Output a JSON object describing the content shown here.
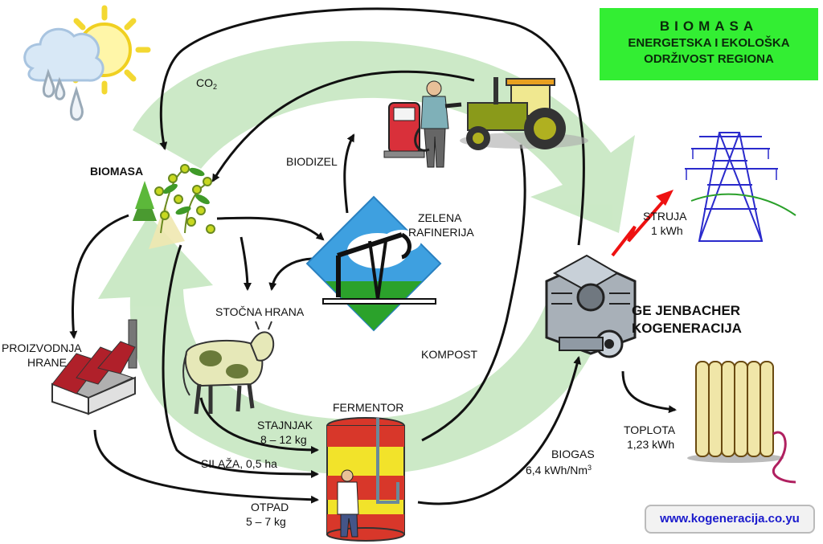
{
  "title": {
    "line1": "BIOMASA",
    "line2": "ENERGETSKA I EKOLOŠKA",
    "line3": "ODRŽIVOST REGIONA"
  },
  "labels": {
    "co2": "CO",
    "co2_sub": "2",
    "biomasa": "BIOMASA",
    "biodizel": "BIODIZEL",
    "zelena_rafinerija": [
      "ZELENA",
      "RAFINERIJA"
    ],
    "stocna_hrana": "STOČNA HRANA",
    "proizvodnja_hrane": [
      "PROIZVODNJA",
      "HRANE"
    ],
    "kompost": "KOMPOST",
    "fermentor": "FERMENTOR",
    "stajnjak": [
      "STAJNJAK",
      "8 – 12 kg"
    ],
    "silaza": "SILAŽA, 0,5 ha",
    "otpad": [
      "OTPAD",
      "5 – 7 kg"
    ],
    "biogas": [
      "BIOGAS",
      "6,4 kWh/Nm"
    ],
    "biogas_sup": "3",
    "struja": [
      "STRUJA",
      "1 kWh"
    ],
    "toplota": [
      "TOPLOTA",
      "1,23 kWh"
    ],
    "ge_jenbacher": [
      "GE JENBACHER",
      "KOGENERACIJA"
    ]
  },
  "url": "www.kogeneracija.co.yu",
  "colors": {
    "cycle_arrow": "#c9e8c4",
    "title_bg": "#33ee33",
    "url_text": "#1a1acc",
    "electric": "#ee1111",
    "fermentor_red": "#d8372a",
    "fermentor_yellow": "#f2e32a"
  },
  "icons": [
    "weather-icon",
    "plants-icon",
    "factory-icon",
    "cow-icon",
    "refinery-icon",
    "fuel-pump-icon",
    "tractor-icon",
    "pylon-icon",
    "engine-icon",
    "radiator-icon",
    "fermentor-icon"
  ]
}
